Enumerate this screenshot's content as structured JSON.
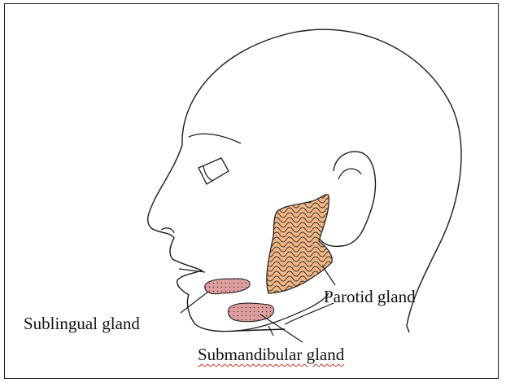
{
  "labels": {
    "parotid": "Parotid gland",
    "sublingual": "Sublingual gland",
    "submandibular": "Submandibular gland"
  },
  "colors": {
    "outline": "#1a1a1a",
    "parotid_fill": "#f0b88a",
    "sublingual_fill": "#dd9e9e",
    "submandibular_fill": "#dd9e9e",
    "spell_underline": "#c0392b"
  }
}
